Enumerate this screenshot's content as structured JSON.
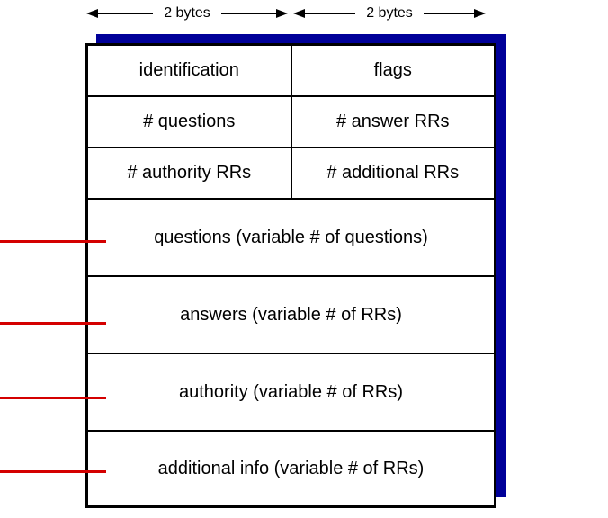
{
  "diagram": {
    "byte_labels": [
      "2 bytes",
      "2 bytes"
    ],
    "header_rows": [
      {
        "cells": [
          "identification",
          "flags"
        ]
      },
      {
        "cells": [
          "# questions",
          "# answer RRs"
        ]
      },
      {
        "cells": [
          "# authority RRs",
          "# additional RRs"
        ]
      }
    ],
    "variable_rows": [
      "questions (variable # of questions)",
      "answers (variable # of RRs)",
      "authority (variable # of RRs)",
      "additional info (variable # of RRs)"
    ],
    "colors": {
      "shadow_blue": "#000099",
      "pointer_red": "#d40000",
      "border_black": "#000000"
    }
  }
}
